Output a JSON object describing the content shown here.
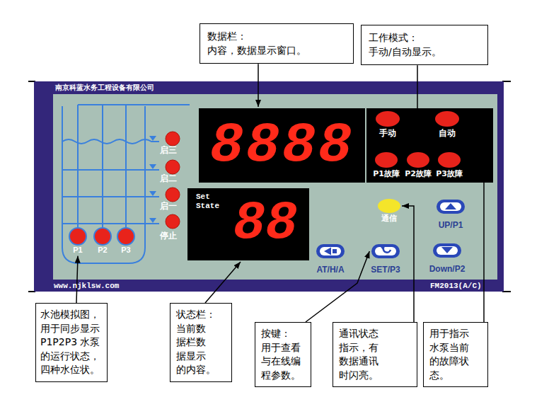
{
  "diagram": {
    "nodes": [
      {
        "text": [
          "数据栏：",
          "内容，数据显示窗口。"
        ]
      },
      {
        "text": [
          "工作模式：",
          "手动/自动显示。"
        ]
      },
      {
        "text": [
          "南京科蓝水务工程设备有限公司",
          "www.njklsw.com",
          "FM2013(A/C)"
        ]
      },
      {
        "text": [
          "启三"
        ],
        "in": 2
      },
      {
        "text": [
          "启二"
        ],
        "in": 2
      },
      {
        "text": [
          "启一"
        ],
        "in": 2
      },
      {
        "text": [
          "停止"
        ],
        "in": 2
      },
      {
        "text": [
          "P1"
        ],
        "in": 2
      },
      {
        "text": [
          "P2"
        ],
        "in": 2
      },
      {
        "text": [
          "P3"
        ],
        "in": 2
      },
      {
        "text": [
          "8888"
        ],
        "in": 2
      },
      {
        "text": [
          "手动"
        ],
        "in": 2
      },
      {
        "text": [
          "自动"
        ],
        "in": 2
      },
      {
        "text": [
          "P1故障"
        ],
        "in": 2
      },
      {
        "text": [
          "P2故障"
        ],
        "in": 2
      },
      {
        "text": [
          "P3故障"
        ],
        "in": 2
      },
      {
        "text": [
          "Set State",
          "88"
        ],
        "in": 2
      },
      {
        "text": [
          "通信"
        ],
        "in": 2
      },
      {
        "text": [
          "UP/P1"
        ],
        "in": 2
      },
      {
        "text": [
          "AT/H/A"
        ],
        "in": 2
      },
      {
        "text": [
          "SET/P3"
        ],
        "in": 2
      },
      {
        "text": [
          "Down/P2"
        ],
        "in": 2
      },
      {
        "text": [
          "水池模拟图， 用于同步显示 P1P2P3 水泵 的运行状态， 四种水位状。"
        ]
      },
      {
        "text": [
          "状态栏：",
          "当前数 据栏数 据显示 的内容。"
        ]
      },
      {
        "text": [
          "按键：",
          "用于查看 与在线编 程参数。"
        ]
      },
      {
        "text": [
          "通讯状态 指示，有 数据通讯 时闪亮。"
        ]
      },
      {
        "text": [
          "用于指示 水泵当前 的故障状 态。"
        ]
      }
    ],
    "edges": [
      {
        "from": 0,
        "to": 10,
        "arrow": "to"
      },
      {
        "from": 1,
        "to": 11,
        "arrow": "to"
      },
      {
        "from": 22,
        "to": 7,
        "arrow": "to"
      },
      {
        "from": 23,
        "to": 16,
        "arrow": "to"
      },
      {
        "from": 24,
        "to": 20,
        "arrow": "to"
      },
      {
        "from": 25,
        "to": 17,
        "arrow": "to"
      },
      {
        "from": 26,
        "to": 15,
        "arrow": "to"
      }
    ]
  }
}
